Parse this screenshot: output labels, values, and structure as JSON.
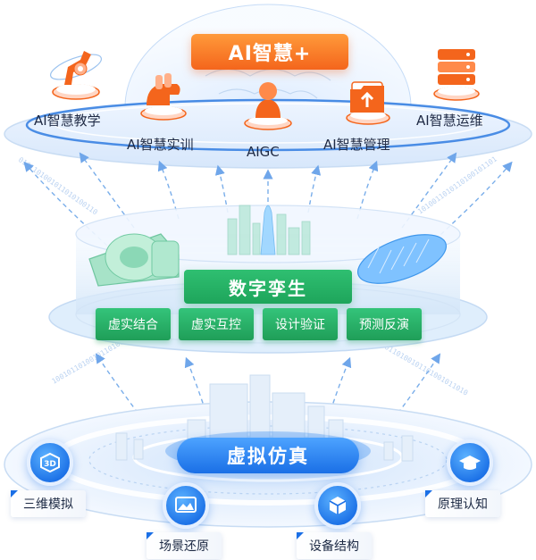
{
  "top": {
    "banner": "AI智慧+",
    "items": [
      {
        "label": "AI智慧教学",
        "icon": "robot-arm-icon"
      },
      {
        "label": "AI智慧实训",
        "icon": "hand-tools-icon"
      },
      {
        "label": "AIGC",
        "icon": "chess-piece-icon"
      },
      {
        "label": "AI智慧管理",
        "icon": "folder-upload-icon"
      },
      {
        "label": "AI智慧运维",
        "icon": "server-stack-icon"
      }
    ]
  },
  "middle": {
    "title": "数字孪生",
    "tags": [
      "虚实结合",
      "虚实互控",
      "设计验证",
      "预测反演"
    ]
  },
  "bottom": {
    "title": "虚拟仿真",
    "items": [
      {
        "label": "三维模拟",
        "icon": "cube-3d-icon"
      },
      {
        "label": "场景还原",
        "icon": "landscape-icon"
      },
      {
        "label": "设备结构",
        "icon": "hexagon-box-icon"
      },
      {
        "label": "原理认知",
        "icon": "graduation-cap-icon"
      }
    ]
  },
  "colors": {
    "ai_orange": "#f4651c",
    "twin_green": "#1ea55b",
    "sim_blue": "#1a6fe6"
  }
}
